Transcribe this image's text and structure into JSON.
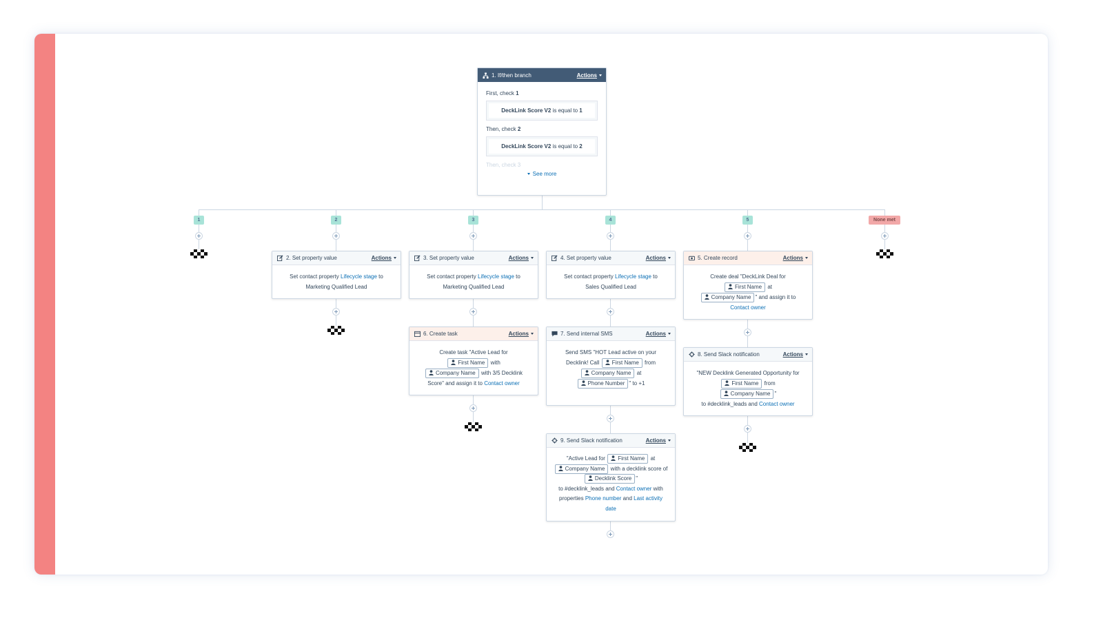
{
  "branch_card": {
    "title": "1. If/then branch",
    "actions": "Actions",
    "first_label": "First, check",
    "first_num": "1",
    "cond1_prop": "DeckLink Score V2",
    "cond1_op": "is equal to",
    "cond1_val": "1",
    "then_label": "Then, check",
    "then_num": "2",
    "cond2_prop": "DeckLink Score V2",
    "cond2_op": "is equal to",
    "cond2_val": "2",
    "faded_text": "Then, check 3",
    "see_more": "See more"
  },
  "branches": [
    "1",
    "2",
    "3",
    "4",
    "5",
    "None met"
  ],
  "colors": {
    "accent": "#f38382",
    "badge": "#a8e3d8",
    "badge_none": "#f2a8a8",
    "link": "#0b6fb5",
    "header_dark": "#425b76"
  },
  "actions": {
    "a2": {
      "title": "2. Set property value",
      "actions": "Actions",
      "t1": "Set contact property",
      "link": "Lifecycle stage",
      "t2": "to Marketing Qualified Lead"
    },
    "a3": {
      "title": "3. Set property value",
      "actions": "Actions",
      "t1": "Set contact property",
      "link": "Lifecycle stage",
      "t2": "to Marketing Qualified Lead"
    },
    "a4": {
      "title": "4. Set property value",
      "actions": "Actions",
      "t1": "Set contact property",
      "link": "Lifecycle stage",
      "t2": "to Sales Qualified Lead"
    },
    "a5": {
      "title": "5. Create record",
      "actions": "Actions",
      "t1": "Create deal \"DeckLink Deal for",
      "chip1": "First Name",
      "t2": "at",
      "chip2": "Company Name",
      "t3": "\" and assign it to",
      "link": "Contact owner"
    },
    "a6": {
      "title": "6. Create task",
      "actions": "Actions",
      "t1": "Create task \"Active Lead for",
      "chip1": "First Name",
      "t2": "with",
      "chip2": "Company Name",
      "t3": "with 3/5 Decklink Score\" and assign it to",
      "link": "Contact owner"
    },
    "a7": {
      "title": "7. Send internal SMS",
      "actions": "Actions",
      "t1": "Send SMS \"HOT Lead active on your Decklink! Call",
      "chip1": "First Name",
      "t2": "from",
      "chip2": "Company Name",
      "t3": "at",
      "chip3": "Phone Number",
      "t4": "\" to +1"
    },
    "a8": {
      "title": "8. Send Slack notification",
      "actions": "Actions",
      "t1": "\"NEW Decklink Generated Opportunity for",
      "chip1": "First Name",
      "t2": "from",
      "chip2": "Company Name",
      "t3": "\"",
      "t4": "to #decklink_leads and",
      "link": "Contact owner"
    },
    "a9": {
      "title": "9. Send Slack notification",
      "actions": "Actions",
      "t1": "\"Active Lead for",
      "chip1": "First Name",
      "t2": "at",
      "chip2": "Company Name",
      "t3": "with a decklink score of",
      "chip3": "Decklink Score",
      "t4": "\"",
      "t5": "to #decklink_leads and",
      "link1": "Contact owner",
      "t6": "with properties",
      "link2": "Phone number",
      "t7": "and",
      "link3": "Last activity date"
    }
  },
  "icons": {
    "branch": "branch-icon",
    "edit": "edit-icon",
    "record": "record-icon",
    "task": "task-icon",
    "sms": "sms-icon",
    "slack": "slack-icon",
    "person": "person-icon",
    "plus": "plus-icon",
    "flag": "end-flag-icon",
    "chevron": "chevron-down-icon"
  }
}
